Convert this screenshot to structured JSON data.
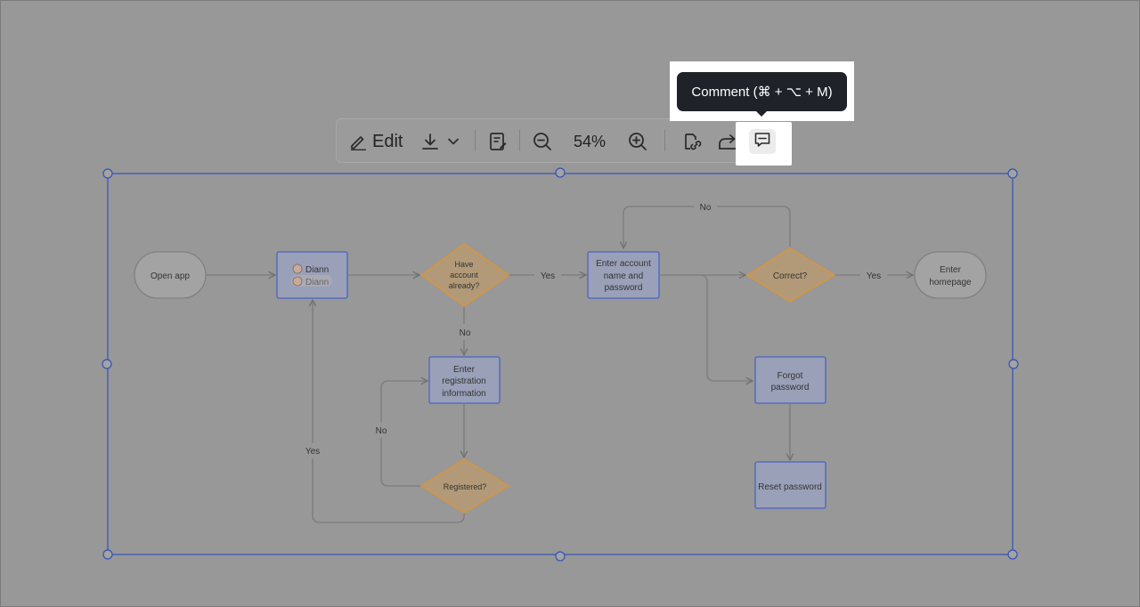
{
  "toolbar": {
    "edit_label": "Edit",
    "zoom_value": "54%",
    "icons": [
      "edit-icon",
      "download-icon",
      "chevron-down-icon",
      "notes-icon",
      "zoom-out-icon",
      "zoom-in-icon",
      "link-icon",
      "share-icon",
      "comment-icon"
    ]
  },
  "tooltip": {
    "text": "Comment (⌘ + ⌥ + M)"
  },
  "flowchart": {
    "nodes": {
      "open_app": "Open app",
      "user_1": "Diann",
      "user_2": "Diann",
      "have_account_1": "Have",
      "have_account_2": "account",
      "have_account_3": "already?",
      "enter_account_1": "Enter account",
      "enter_account_2": "name and",
      "enter_account_3": "password",
      "correct": "Correct?",
      "enter_homepage_1": "Enter",
      "enter_homepage_2": "homepage",
      "enter_registration_1": "Enter",
      "enter_registration_2": "registration",
      "enter_registration_3": "information",
      "registered": "Registered?",
      "forgot_password_1": "Forgot",
      "forgot_password_2": "password",
      "reset_password": "Reset password"
    },
    "edge_labels": {
      "yes_have_account": "Yes",
      "no_have_account": "No",
      "no_correct": "No",
      "yes_correct": "Yes",
      "no_registered": "No",
      "yes_registered": "Yes"
    },
    "colors": {
      "process_fill": "#9aa0b8",
      "process_stroke": "#4a63c4",
      "decision_fill": "#b29a78",
      "decision_stroke": "#d9943a",
      "terminal_fill": "#a3a3a3",
      "terminal_stroke": "#808080",
      "selection": "#3351b8"
    }
  }
}
